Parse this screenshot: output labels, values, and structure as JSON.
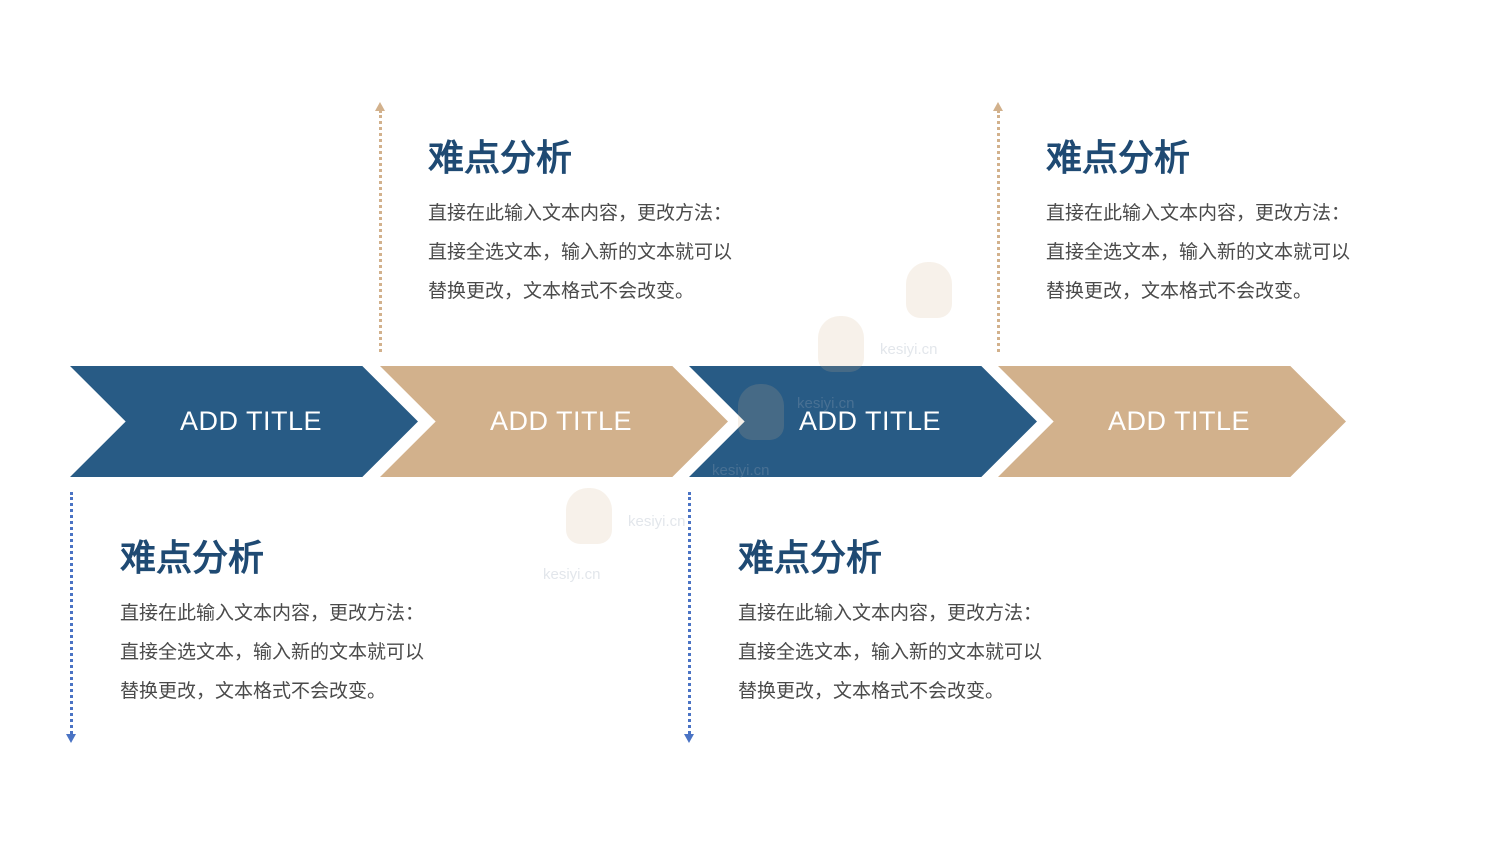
{
  "colors": {
    "blue": "#285b85",
    "tan": "#d2b18c",
    "heading": "#1f4a73",
    "body": "#4a4a4a",
    "connector_down": "#4a73c4"
  },
  "chevrons": [
    {
      "label": "ADD TITLE",
      "color": "blue"
    },
    {
      "label": "ADD TITLE",
      "color": "tan"
    },
    {
      "label": "ADD TITLE",
      "color": "blue"
    },
    {
      "label": "ADD TITLE",
      "color": "tan"
    }
  ],
  "blocks": [
    {
      "heading": "难点分析",
      "lines": [
        "直接在此输入文本内容，更改方法：",
        "直接全选文本，输入新的文本就可以",
        "替换更改，文本格式不会改变。"
      ]
    },
    {
      "heading": "难点分析",
      "lines": [
        "直接在此输入文本内容，更改方法：",
        "直接全选文本，输入新的文本就可以",
        "替换更改，文本格式不会改变。"
      ]
    },
    {
      "heading": "难点分析",
      "lines": [
        "直接在此输入文本内容，更改方法：",
        "直接全选文本，输入新的文本就可以",
        "替换更改，文本格式不会改变。"
      ]
    },
    {
      "heading": "难点分析",
      "lines": [
        "直接在此输入文本内容，更改方法：",
        "直接全选文本，输入新的文本就可以",
        "替换更改，文本格式不会改变。"
      ]
    }
  ],
  "watermark": "kesiyi.cn"
}
